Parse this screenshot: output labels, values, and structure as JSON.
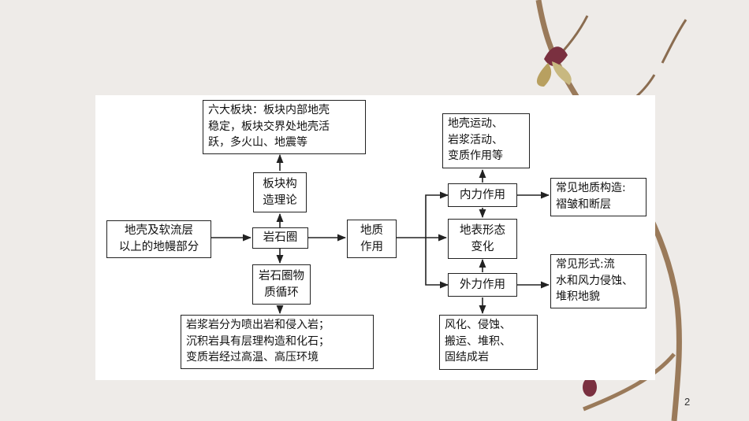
{
  "slide": {
    "page_number": "2"
  },
  "diagram": {
    "nodes": {
      "crust_mantle": "地壳及软流层\n以上的地幔部分",
      "lithosphere": "岩石圈",
      "plate_theory": "板块构\n造理论",
      "six_plates": "六大板块：板块内部地壳\n稳定，板块交界处地壳活\n跃，多火山、地震等",
      "rock_cycle": "岩石圈物\n质循环",
      "rock_types": "岩浆岩分为喷出岩和侵入岩；\n沉积岩具有层理构造和化石；\n变质岩经过高温、高压环境",
      "geo_process": "地质\n作用",
      "internal_force": "内力作用",
      "crust_movement": "地壳运动、\n岩浆活动、\n变质作用等",
      "common_structures": "常见地质构造:\n褶皱和断层",
      "landform_change": "地表形态\n变化",
      "external_force": "外力作用",
      "common_forms": "常见形式:流\n水和风力侵蚀、\n堆积地貌",
      "weathering": "风化、侵蚀、\n搬运、堆积、\n固结成岩"
    }
  }
}
